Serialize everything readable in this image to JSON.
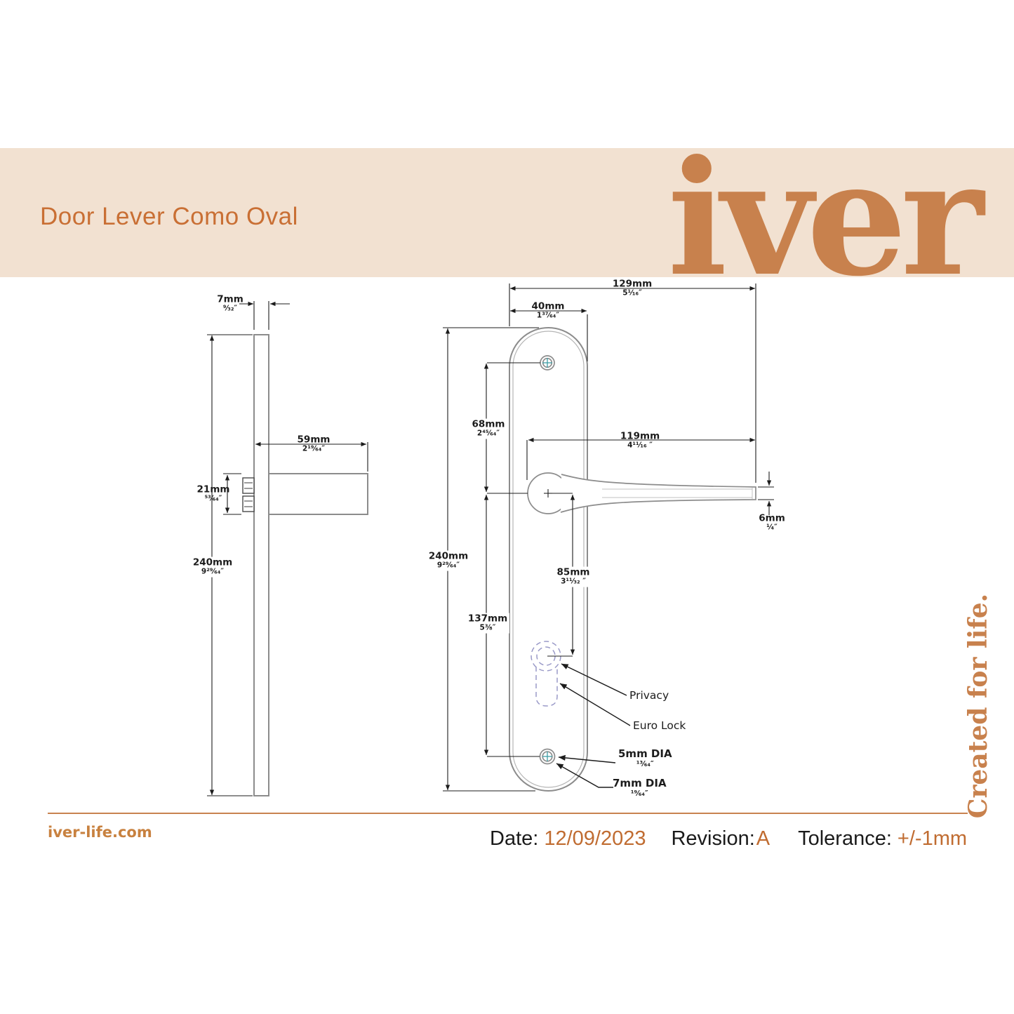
{
  "header": {
    "title": "Door Lever Como Oval",
    "logo_text": "iver",
    "band_color": "#f2e1d1",
    "title_color": "#c96f34",
    "logo_color": "#c8814d"
  },
  "tagline": {
    "text": "Created for life.",
    "color": "#c8814d"
  },
  "dims": {
    "d7": {
      "mm": "7mm",
      "inch": "⁹⁄₃₂″"
    },
    "d59": {
      "mm": "59mm",
      "inch": "2¹⁹⁄₆₄″"
    },
    "d21": {
      "mm": "21mm",
      "inch": "⁵³⁄₆₄″"
    },
    "d240": {
      "mm": "240mm",
      "inch": "9²⁹⁄₆₄″"
    },
    "d129": {
      "mm": "129mm",
      "inch": "5¹⁄₁₆″"
    },
    "d40": {
      "mm": "40mm",
      "inch": "1³⁷⁄₆₄″"
    },
    "d68": {
      "mm": "68mm",
      "inch": "2⁴⁵⁄₆₄″"
    },
    "d119": {
      "mm": "119mm",
      "inch": "4¹¹⁄₁₆ ″"
    },
    "d6": {
      "mm": "6mm",
      "inch": "¹⁄₄″"
    },
    "d85": {
      "mm": "85mm",
      "inch": "3¹¹⁄₃₂ ″"
    },
    "d137": {
      "mm": "137mm",
      "inch": "5³⁄₈″"
    },
    "d5dia": {
      "mm": "5mm DIA",
      "inch": "¹³⁄₆₄″"
    },
    "d7dia": {
      "mm": "7mm DIA",
      "inch": "¹⁹⁄₆₄″"
    }
  },
  "annotations": {
    "privacy": "Privacy",
    "euro_lock": "Euro Lock"
  },
  "footer": {
    "website": "iver-life.com",
    "date_label": "Date:",
    "date_value": "12/09/2023",
    "revision_label": "Revision:",
    "revision_value": "A",
    "tolerance_label": "Tolerance:",
    "tolerance_value": "+/-1mm",
    "rule_color": "#c8834f",
    "value_color": "#c06c31"
  },
  "drawing_colors": {
    "part_outline": "#8c8c8c",
    "dimension_line": "#1c1c1c",
    "screw_cross": "#3f9da6",
    "hidden_euro_lock": "#9a9ac8"
  }
}
